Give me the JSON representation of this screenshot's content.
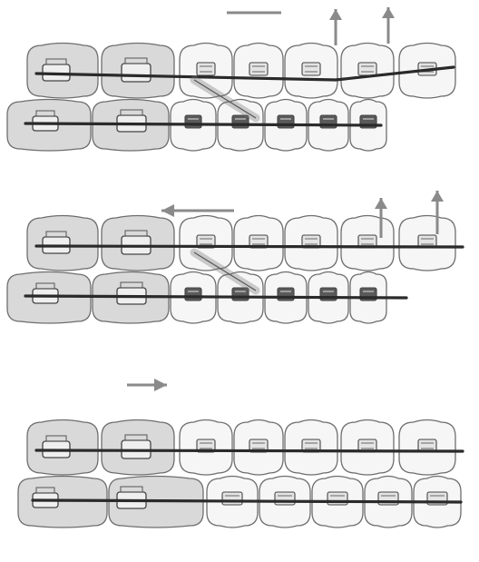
{
  "figure": {
    "panels": [
      {
        "id": "panel-1",
        "arrows": [
          {
            "kind": "bar",
            "direction": "none",
            "color": "#8a8a8a"
          },
          {
            "kind": "arrow",
            "direction": "up",
            "color": "#8a8a8a"
          },
          {
            "kind": "arrow",
            "direction": "up",
            "color": "#8a8a8a"
          }
        ]
      },
      {
        "id": "panel-2",
        "arrows": [
          {
            "kind": "arrow",
            "direction": "left",
            "color": "#8a8a8a"
          },
          {
            "kind": "arrow",
            "direction": "up",
            "color": "#8a8a8a"
          },
          {
            "kind": "arrow",
            "direction": "up",
            "color": "#8a8a8a"
          },
          {
            "kind": "arrow",
            "direction": "right",
            "color": "#8a8a8a"
          }
        ]
      },
      {
        "id": "panel-3",
        "arrows": []
      }
    ],
    "colors": {
      "molar_fill": "#d9d9d9",
      "tooth_fill": "#f6f6f6",
      "outline": "#6e6e6e",
      "archwire": "#2a2a2a",
      "arrow": "#8a8a8a"
    }
  }
}
